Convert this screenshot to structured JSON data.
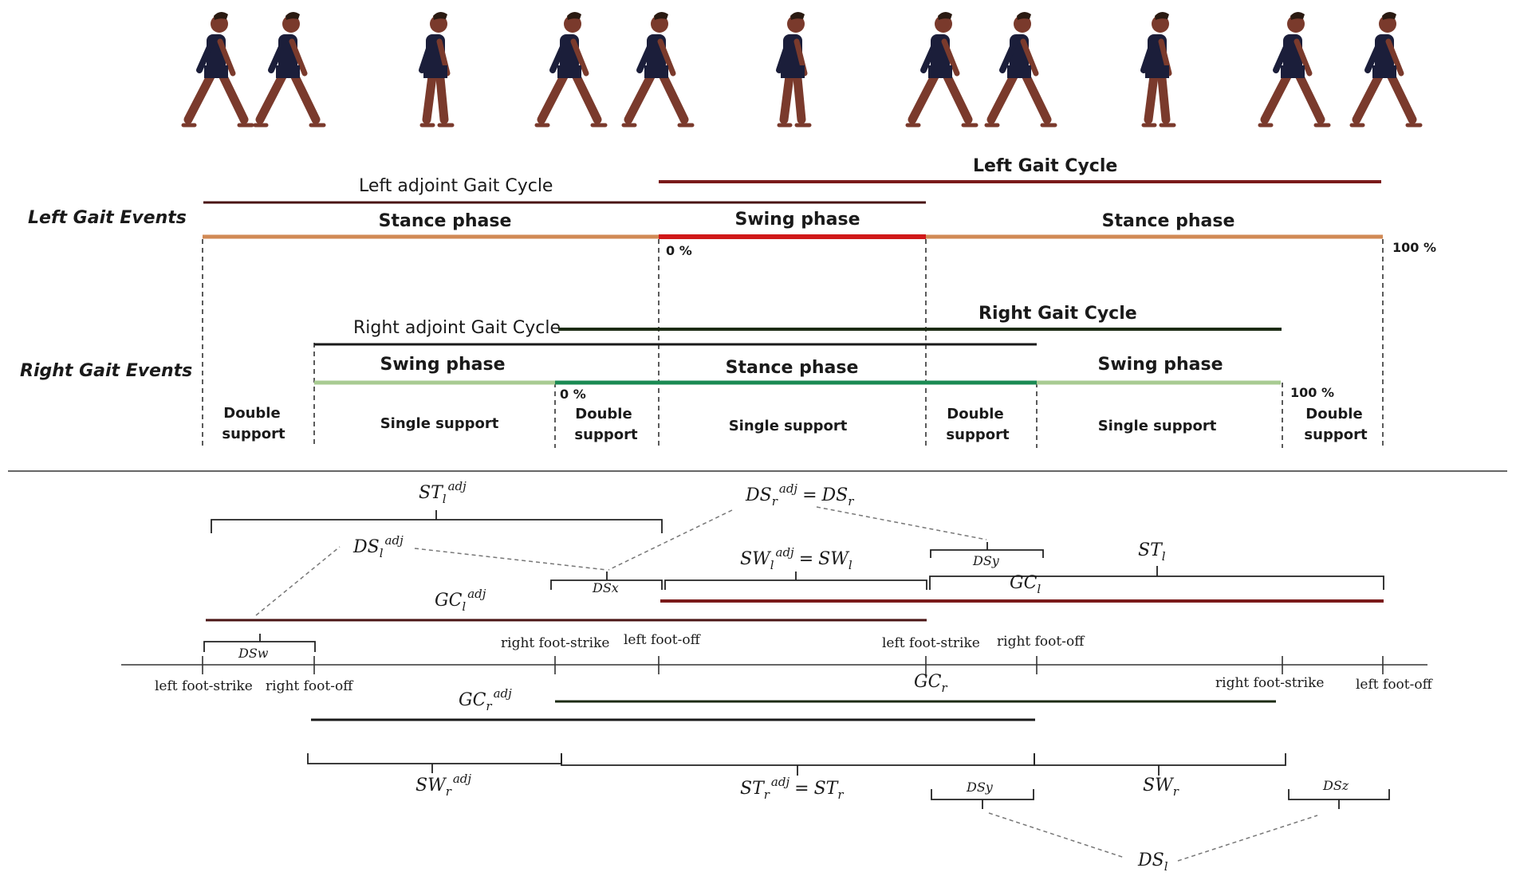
{
  "colors": {
    "stance_phase": "#D18A55",
    "swing_phase_left": "#D01818",
    "swing_phase_right": "#A8CB92",
    "right_stance": "#1B8A53",
    "left_cycle": "#7A1A1A",
    "left_adjoint": "#4A1414",
    "right_cycle": "#1C2B14",
    "right_adjoint": "#1A1A1A",
    "walker_body": "#1B1E3A",
    "walker_skin": "#7A3A2C"
  },
  "walker_figures": [
    "walking-figure",
    "walking-figure",
    "walking-figure",
    "walking-figure",
    "walking-figure",
    "walking-figure",
    "walking-figure",
    "walking-figure",
    "walking-figure",
    "walking-figure",
    "walking-figure",
    "walking-figure"
  ],
  "top": {
    "left_events_heading": "Left Gait Events",
    "right_events_heading": "Right Gait Events",
    "left_adjoint_cycle": "Left adjoint  Gait Cycle",
    "left_gait_cycle": "Left Gait Cycle",
    "right_adjoint_cycle": "Right adjoint  Gait Cycle",
    "right_gait_cycle": "Right Gait Cycle",
    "left_stance_1": "Stance phase",
    "left_swing": "Swing phase",
    "left_stance_2": "Stance phase",
    "left_0": "0 %",
    "left_100": "100 %",
    "right_swing_1": "Swing phase",
    "right_stance": "Stance phase",
    "right_swing_2": "Swing phase",
    "right_0": "0 %",
    "right_100": "100 %",
    "double_support": [
      "Double",
      "support"
    ],
    "single_support": "Single support"
  },
  "timeline": {
    "events_upper": {
      "right_foot_strike_1": "right foot-strike",
      "left_foot_off_1": "left foot-off",
      "left_foot_strike_2": "left foot-strike",
      "right_foot_off_2": "right foot-off"
    },
    "events_lower": {
      "left_foot_strike_1": "left foot-strike",
      "right_foot_off_1": "right foot-off",
      "right_foot_strike_2": "right foot-strike",
      "left_foot_off_2": "left foot-off"
    }
  },
  "math": {
    "ST": "ST",
    "DS": "DS",
    "SW": "SW",
    "GC": "GC",
    "adj": "adj",
    "l": "l",
    "r": "r",
    "equals": "=",
    "DSw": "DSw",
    "DSx": "DSx",
    "DSy": "DSy",
    "DSz": "DSz"
  }
}
